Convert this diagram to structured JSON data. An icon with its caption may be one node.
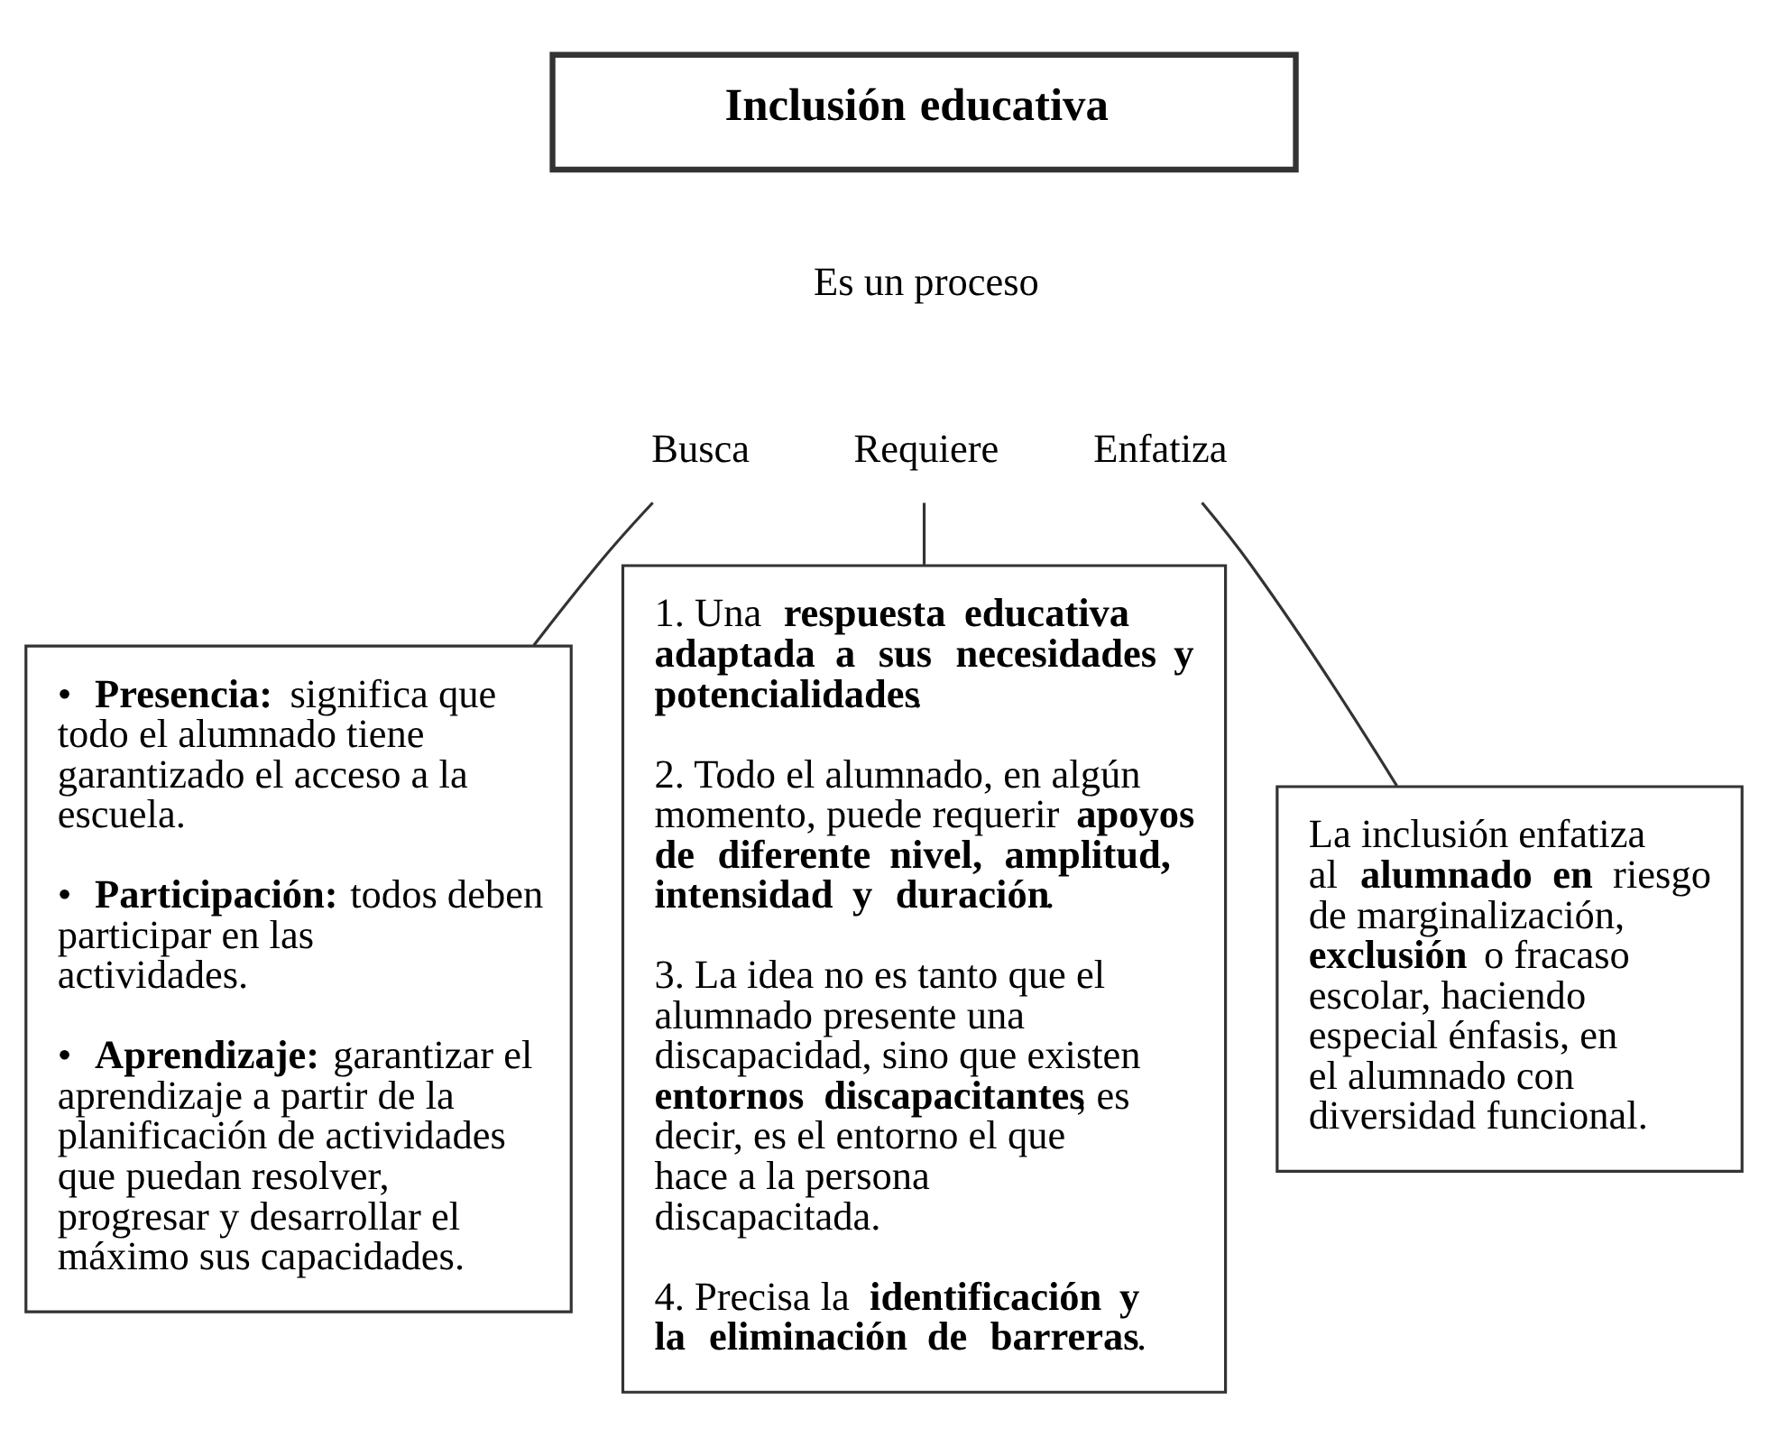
{
  "diagram": {
    "nodes": [
      {
        "text": [
          "Inclusión educativa"
        ]
      },
      {
        "text": [
          "Es un proceso"
        ]
      },
      {
        "text": [
          "Busca"
        ]
      },
      {
        "text": [
          "Requiere"
        ]
      },
      {
        "text": [
          "Enfatiza"
        ]
      },
      {
        "text": [
          "• **Presencia:** significa que todo el alumnado tiene garantizado el acceso a la escuela.",
          "• **Participación:** todos deben participar en las actividades.",
          "• **Aprendizaje:** garantizar el aprendizaje a partir de la planificación de actividades que puedan resolver, progresar y desarrollar el máximo sus capacidades."
        ]
      },
      {
        "text": [
          "1. Una **respuesta educativa adaptada a sus necesidades y potencialidades**.",
          "2. Todo el alumnado, en algún momento, puede requerir **apoyos de diferente nivel, amplitud, intensidad y duración**.",
          "3. La idea no es tanto que el alumnado presente una discapacidad, sino que existen **entornos discapacitantes**, es decir, es el entorno el que hace a la persona discapacitada.",
          "4. Precisa la **identificación y la eliminación de barreras**."
        ]
      },
      {
        "text": [
          "La inclusión enfatiza al **alumnado en** riesgo de marginalización, **exclusión** o fracaso escolar, haciendo especial énfasis, en el alumnado con diversidad funcional."
        ]
      }
    ],
    "edges": [
      {
        "from": 2,
        "to": 5,
        "arrow": "none"
      },
      {
        "from": 3,
        "to": 6,
        "arrow": "none"
      },
      {
        "from": 4,
        "to": 7,
        "arrow": "none"
      }
    ]
  }
}
